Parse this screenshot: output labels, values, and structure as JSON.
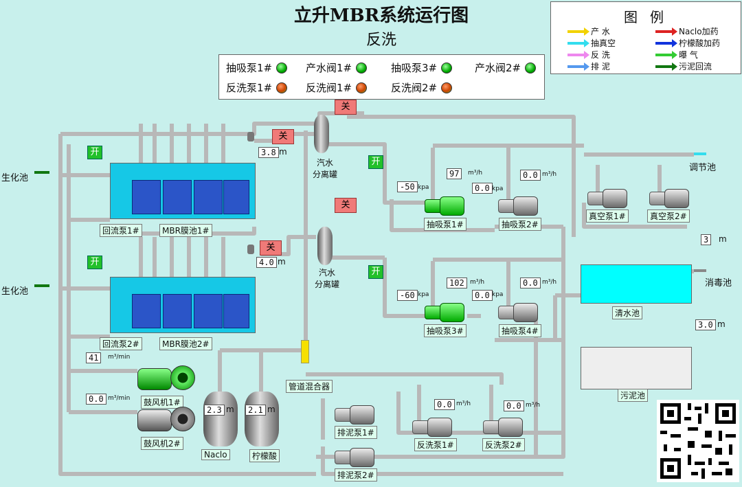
{
  "title": "立升MBR系统运行图",
  "subtitle": "反洗",
  "status": {
    "items": [
      {
        "label": "抽吸泵1#",
        "state": "on"
      },
      {
        "label": "产水阀1#",
        "state": "on"
      },
      {
        "label": "抽吸泵3#",
        "state": "on"
      },
      {
        "label": "产水阀2#",
        "state": "on"
      },
      {
        "label": "反洗泵1#",
        "state": "off"
      },
      {
        "label": "反洗阀1#",
        "state": "off"
      },
      {
        "label": "反洗阀2#",
        "state": "off"
      }
    ]
  },
  "legend": {
    "title": "图例",
    "items": [
      {
        "label": "产 水",
        "color": "#f2d200"
      },
      {
        "label": "抽真空",
        "color": "#33ddee"
      },
      {
        "label": "反 洗",
        "color": "#ee88ee"
      },
      {
        "label": "排 泥",
        "color": "#5599ee"
      },
      {
        "label": "Naclo加药",
        "color": "#dd2222"
      },
      {
        "label": "柠檬酸加药",
        "color": "#1133dd"
      },
      {
        "label": "曝 气",
        "color": "#33cc33"
      },
      {
        "label": "污泥回流",
        "color": "#117711"
      }
    ]
  },
  "labels": {
    "bio1": "生化池",
    "bio2": "生化池",
    "return1": "回流泵1#",
    "membrane1": "MBR膜池1#",
    "return2": "回流泵2#",
    "membrane2": "MBR膜池2#",
    "separator1": "汽水\n分离罐",
    "separator2": "汽水\n分离罐",
    "suction1": "抽吸泵1#",
    "suction2": "抽吸泵2#",
    "suction3": "抽吸泵3#",
    "suction4": "抽吸泵4#",
    "vacuum1": "真空泵1#",
    "vacuum2": "真空泵2#",
    "regulate": "调节池",
    "clear_pool": "清水池",
    "disinfect": "消毒池",
    "sludge_pool": "污泥池",
    "mixer": "管道混合器",
    "blower1": "鼓风机1#",
    "blower2": "鼓风机2#",
    "naclo": "Naclo",
    "citric": "柠檬酸",
    "drain1": "排泥泵1#",
    "drain2": "排泥泵2#",
    "backwash1": "反洗泵1#",
    "backwash2": "反洗泵2#"
  },
  "valves": {
    "open": "开",
    "close": "关"
  },
  "readings": {
    "tank1_level": "3.8",
    "tank2_level": "4.0",
    "level_unit": "m",
    "clear_level": "3",
    "sludge_level": "3.0",
    "flow1": "97",
    "flow2": "0.0",
    "flow3": "102",
    "flow4": "0.0",
    "flow_unit": "m³/h",
    "press1": "-50",
    "press2": "0.0",
    "press3": "-60",
    "press4": "0.0",
    "press_unit": "kpa",
    "air1": "41",
    "air2": "0.0",
    "air_unit": "m³/min",
    "naclo_level": "2.3",
    "citric_level": "2.1",
    "bw_flow1": "0.0",
    "bw_flow2": "0.0"
  }
}
